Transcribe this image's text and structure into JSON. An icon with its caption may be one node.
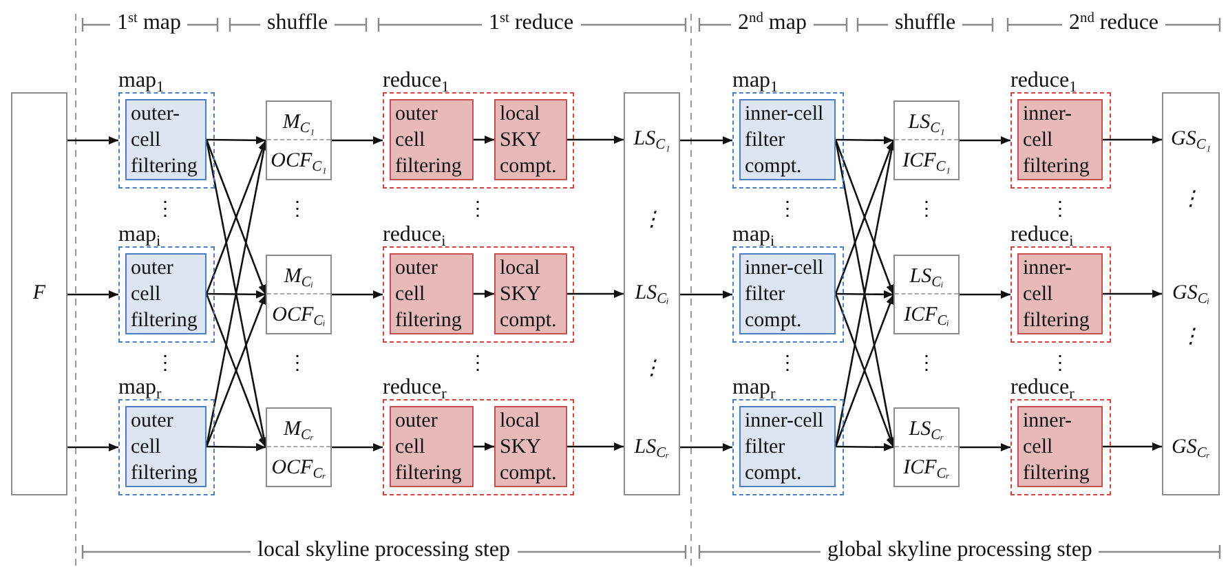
{
  "diagram": {
    "nodes": [
      {
        "text": [
          "F"
        ]
      },
      {
        "text": [
          "map$_{1}$"
        ]
      },
      {
        "text": [
          "outer-cell filtering"
        ],
        "in": 1
      },
      {
        "text": [
          "M$_{C₁}$",
          "OCF$_{C₁}$"
        ]
      },
      {
        "text": [
          "reduce$_{1}$"
        ]
      },
      {
        "text": [
          "outer cell filtering"
        ],
        "in": 4
      },
      {
        "text": [
          "local SKY compt."
        ],
        "in": 4
      },
      {
        "text": [
          "map$_{i}$"
        ]
      },
      {
        "text": [
          "outer cell filtering"
        ],
        "in": 7
      },
      {
        "text": [
          "M$_{Cᵢ}$",
          "OCF$_{Cᵢ}$"
        ]
      },
      {
        "text": [
          "reduce$_{i}$"
        ]
      },
      {
        "text": [
          "outer cell filtering"
        ],
        "in": 10
      },
      {
        "text": [
          "local SKY compt."
        ],
        "in": 10
      },
      {
        "text": [
          "map$_{r}$"
        ]
      },
      {
        "text": [
          "outer cell filtering"
        ],
        "in": 13
      },
      {
        "text": [
          "M$_{Cᵣ}$",
          "OCF$_{Cᵣ}$"
        ]
      },
      {
        "text": [
          "reduce$_{r}$"
        ]
      },
      {
        "text": [
          "outer cell filtering"
        ],
        "in": 16
      },
      {
        "text": [
          "local SKY compt."
        ],
        "in": 16
      },
      {
        "text": [
          "LS$_{C₁}$",
          "⋮",
          "LS$_{Cᵢ}$",
          "⋮",
          "LS$_{Cᵣ}$"
        ]
      },
      {
        "text": [
          "map$_{1}$"
        ]
      },
      {
        "text": [
          "inner-cell filter compt."
        ],
        "in": 20
      },
      {
        "text": [
          "LS$_{C₁}$",
          "ICF$_{C₁}$"
        ]
      },
      {
        "text": [
          "reduce$_{1}$"
        ]
      },
      {
        "text": [
          "inner-cell filtering"
        ],
        "in": 23
      },
      {
        "text": [
          "map$_{i}$"
        ]
      },
      {
        "text": [
          "inner-cell filter compt."
        ],
        "in": 25
      },
      {
        "text": [
          "LS$_{Cᵢ}$",
          "ICF$_{Cᵢ}$"
        ]
      },
      {
        "text": [
          "reduce$_{i}$"
        ]
      },
      {
        "text": [
          "inner-cell filtering"
        ],
        "in": 28
      },
      {
        "text": [
          "map$_{r}$"
        ]
      },
      {
        "text": [
          "inner-cell filter compt."
        ],
        "in": 30
      },
      {
        "text": [
          "LS$_{Cᵣ}$",
          "ICF$_{Cᵣ}$"
        ]
      },
      {
        "text": [
          "reduce$_{r}$"
        ]
      },
      {
        "text": [
          "inner-cell filtering"
        ],
        "in": 33
      },
      {
        "text": [
          "GS$_{C₁}$",
          "⋮",
          "GS$_{Cᵢ}$",
          "⋮",
          "GS$_{Cᵣ}$"
        ]
      }
    ],
    "edges": [
      {
        "from": 0,
        "to": 1,
        "arrow": "to"
      },
      {
        "from": 0,
        "to": 7,
        "arrow": "to"
      },
      {
        "from": 0,
        "to": 13,
        "arrow": "to"
      },
      {
        "from": 2,
        "to": 3,
        "arrow": "to"
      },
      {
        "from": 2,
        "to": 9,
        "arrow": "to"
      },
      {
        "from": 2,
        "to": 15,
        "arrow": "to"
      },
      {
        "from": 8,
        "to": 3,
        "arrow": "to"
      },
      {
        "from": 8,
        "to": 9,
        "arrow": "to"
      },
      {
        "from": 8,
        "to": 15,
        "arrow": "to"
      },
      {
        "from": 14,
        "to": 3,
        "arrow": "to"
      },
      {
        "from": 14,
        "to": 9,
        "arrow": "to"
      },
      {
        "from": 14,
        "to": 15,
        "arrow": "to"
      },
      {
        "from": 3,
        "to": 4,
        "arrow": "to"
      },
      {
        "from": 9,
        "to": 10,
        "arrow": "to"
      },
      {
        "from": 15,
        "to": 16,
        "arrow": "to"
      },
      {
        "from": 5,
        "to": 6,
        "arrow": "to"
      },
      {
        "from": 11,
        "to": 12,
        "arrow": "to"
      },
      {
        "from": 17,
        "to": 18,
        "arrow": "to"
      },
      {
        "from": 6,
        "to": 19,
        "arrow": "to"
      },
      {
        "from": 12,
        "to": 19,
        "arrow": "to"
      },
      {
        "from": 18,
        "to": 19,
        "arrow": "to"
      },
      {
        "from": 19,
        "to": 20,
        "arrow": "to"
      },
      {
        "from": 19,
        "to": 25,
        "arrow": "to"
      },
      {
        "from": 19,
        "to": 30,
        "arrow": "to"
      },
      {
        "from": 21,
        "to": 22,
        "arrow": "to"
      },
      {
        "from": 21,
        "to": 27,
        "arrow": "to"
      },
      {
        "from": 21,
        "to": 32,
        "arrow": "to"
      },
      {
        "from": 26,
        "to": 22,
        "arrow": "to"
      },
      {
        "from": 26,
        "to": 27,
        "arrow": "to"
      },
      {
        "from": 26,
        "to": 32,
        "arrow": "to"
      },
      {
        "from": 31,
        "to": 22,
        "arrow": "to"
      },
      {
        "from": 31,
        "to": 27,
        "arrow": "to"
      },
      {
        "from": 31,
        "to": 32,
        "arrow": "to"
      },
      {
        "from": 22,
        "to": 23,
        "arrow": "to"
      },
      {
        "from": 27,
        "to": 28,
        "arrow": "to"
      },
      {
        "from": 32,
        "to": 33,
        "arrow": "to"
      },
      {
        "from": 24,
        "to": 35,
        "arrow": "to"
      },
      {
        "from": 29,
        "to": 35,
        "arrow": "to"
      },
      {
        "from": 34,
        "to": 35,
        "arrow": "to"
      }
    ],
    "labels": [
      "1$^{st}$ map",
      "shuffle",
      "1$^{st}$ reduce",
      "2$^{nd}$ map",
      "shuffle",
      "2$^{nd}$ reduce",
      "⋮",
      "⋮",
      "⋮",
      "⋮",
      "⋮",
      "⋮",
      "⋮",
      "⋮",
      "⋮",
      "⋮",
      "⋮",
      "⋮",
      "local skyline processing step",
      "global skyline processing step"
    ]
  }
}
